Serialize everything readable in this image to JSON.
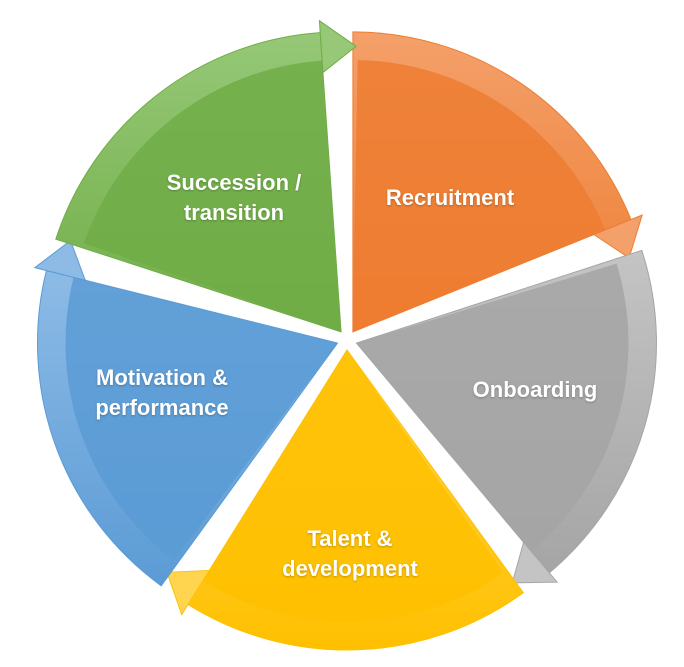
{
  "diagram": {
    "title": "Employee lifecycle cycle",
    "segments": [
      {
        "id": "recruitment",
        "lines": [
          "Recruitment"
        ],
        "color": "#ED7D31",
        "light": "#F4A06A"
      },
      {
        "id": "onboarding",
        "lines": [
          "Onboarding"
        ],
        "color": "#A5A5A5",
        "light": "#C4C4C4"
      },
      {
        "id": "talent",
        "lines": [
          "Talent &",
          "development"
        ],
        "color": "#FFC000",
        "light": "#FFD54F"
      },
      {
        "id": "motivation",
        "lines": [
          "Motivation &",
          "performance"
        ],
        "color": "#5B9BD5",
        "light": "#8DBBE6"
      },
      {
        "id": "succession",
        "lines": [
          "Succession /",
          "transition"
        ],
        "color": "#70AD47",
        "light": "#96C877"
      }
    ]
  }
}
